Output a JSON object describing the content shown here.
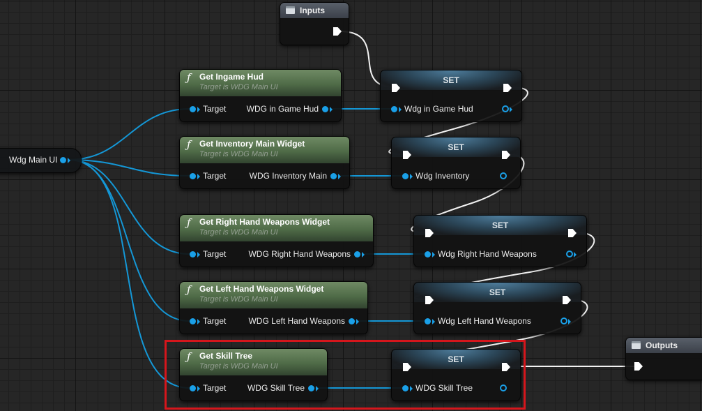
{
  "wdg_main_ui": {
    "label": "Wdg Main UI"
  },
  "inputs": {
    "title": "Inputs"
  },
  "outputs": {
    "title": "Outputs"
  },
  "getters": [
    {
      "title": "Get Ingame Hud",
      "subtitle": "Target is WDG Main UI",
      "in_label": "Target",
      "out_label": "WDG in Game Hud"
    },
    {
      "title": "Get Inventory Main Widget",
      "subtitle": "Target is WDG Main UI",
      "in_label": "Target",
      "out_label": "WDG Inventory Main"
    },
    {
      "title": "Get Right Hand Weapons Widget",
      "subtitle": "Target is WDG Main UI",
      "in_label": "Target",
      "out_label": "WDG Right Hand Weapons"
    },
    {
      "title": "Get Left Hand Weapons Widget",
      "subtitle": "Target is WDG Main UI",
      "in_label": "Target",
      "out_label": "WDG Left Hand Weapons"
    },
    {
      "title": "Get Skill Tree",
      "subtitle": "Target is WDG Main UI",
      "in_label": "Target",
      "out_label": "WDG Skill Tree"
    }
  ],
  "setters": [
    {
      "title": "SET",
      "var_label": "Wdg in Game Hud"
    },
    {
      "title": "SET",
      "var_label": "Wdg Inventory"
    },
    {
      "title": "SET",
      "var_label": "Wdg Right Hand Weapons"
    },
    {
      "title": "SET",
      "var_label": "Wdg Left Hand Weapons"
    },
    {
      "title": "SET",
      "var_label": "WDG Skill Tree"
    }
  ],
  "colors": {
    "object_pin": "#1aa0e8",
    "exec_wire": "#ffffff",
    "function_header": "#5a7450",
    "highlight_box": "#d5161c"
  }
}
